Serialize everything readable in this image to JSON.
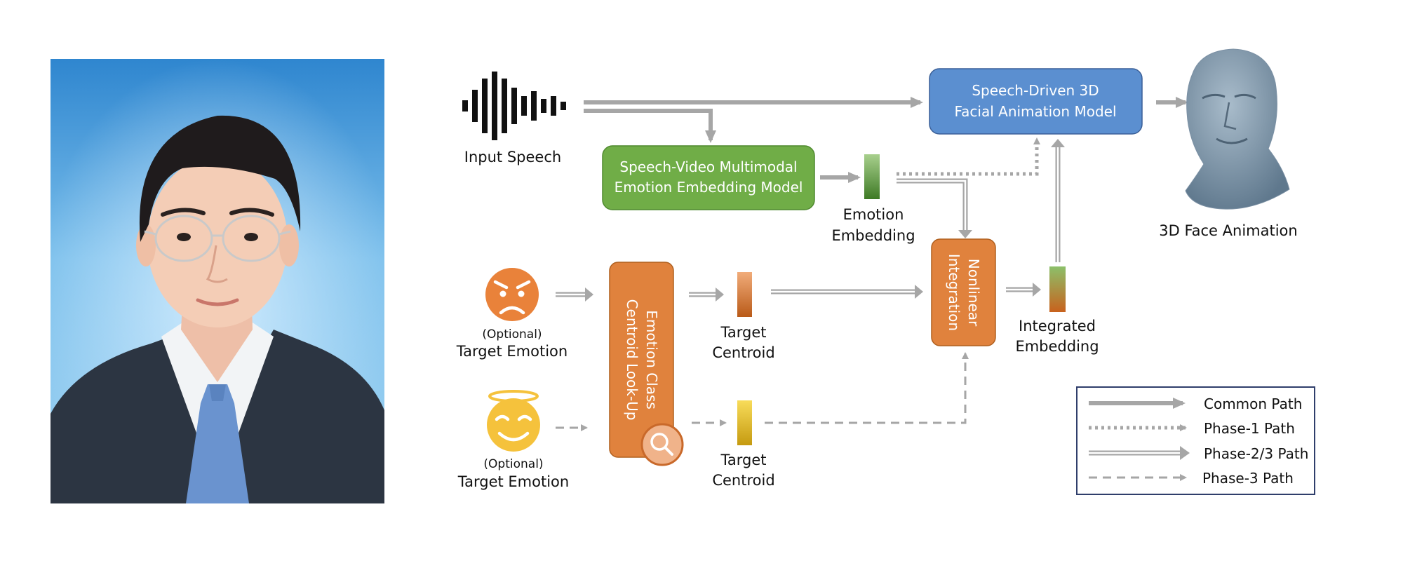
{
  "diagram": {
    "input_speech_label": "Input Speech",
    "emotion_model": {
      "line1": "Speech-Video Multimodal",
      "line2": "Emotion Embedding Model"
    },
    "animation_model": {
      "line1": "Speech-Driven 3D",
      "line2": "Facial Animation Model"
    },
    "face_output_label": "3D Face Animation",
    "emotion_embedding": {
      "line1": "Emotion",
      "line2": "Embedding"
    },
    "lookup_box": {
      "line1": "Emotion Class",
      "line2": "Centroid Look-Up"
    },
    "nonlinear_box": {
      "line1": "Nonlinear",
      "line2": "Integration"
    },
    "integrated_embedding": {
      "line1": "Integrated",
      "line2": "Embedding"
    },
    "target_emotion_1": {
      "optional": "(Optional)",
      "label": "Target Emotion"
    },
    "target_emotion_2": {
      "optional": "(Optional)",
      "label": "Target Emotion"
    },
    "target_centroid_1": {
      "line1": "Target",
      "line2": "Centroid"
    },
    "target_centroid_2": {
      "line1": "Target",
      "line2": "Centroid"
    }
  },
  "legend": {
    "items": [
      {
        "label": "Common Path",
        "style": "solid"
      },
      {
        "label": "Phase-1 Path",
        "style": "dotted"
      },
      {
        "label": "Phase-2/3 Path",
        "style": "double"
      },
      {
        "label": "Phase-3 Path",
        "style": "dashed"
      }
    ]
  },
  "colors": {
    "arrow": "#a6a6a6",
    "green_box": "#70ad47",
    "blue_box": "#5b8fd0",
    "orange_box": "#e0823d",
    "angry_face": "#e9823a",
    "happy_face": "#f5c23c",
    "legend_border": "#2f3e6b",
    "photo_bg": "#3d93d6"
  },
  "icons": {
    "speech": "waveform-icon",
    "angry": "angry-face-icon",
    "happy": "smiling-angel-face-icon",
    "search": "magnifier-icon",
    "face3d": "3d-head-mesh-icon",
    "portrait": "portrait-photo"
  }
}
